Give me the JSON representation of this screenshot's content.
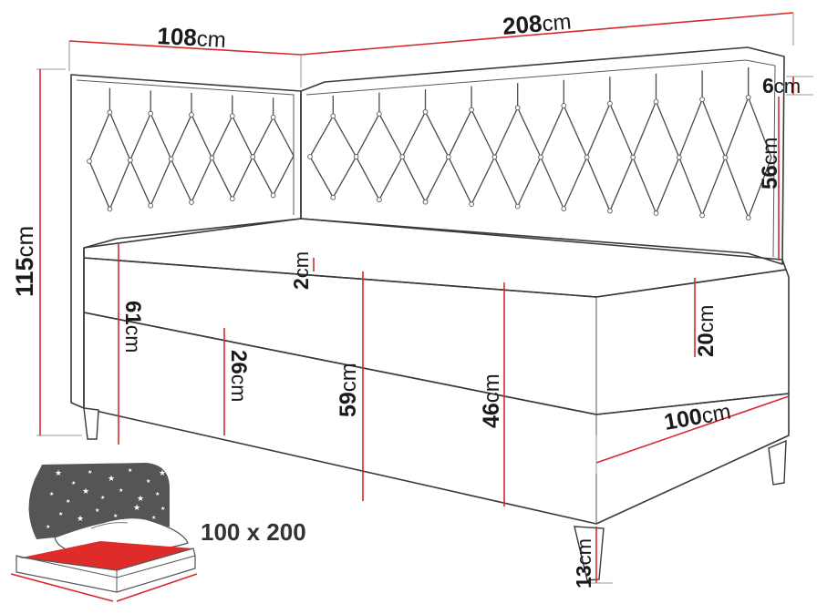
{
  "dimensions": {
    "headboard_side_width": {
      "value": "108",
      "unit": "cm"
    },
    "headboard_back_width": {
      "value": "208",
      "unit": "cm"
    },
    "headboard_top_thickness": {
      "value": "6",
      "unit": "cm"
    },
    "headboard_height_above_mattress": {
      "value": "56",
      "unit": "cm"
    },
    "total_height": {
      "value": "115",
      "unit": "cm"
    },
    "topper_thickness": {
      "value": "2",
      "unit": "cm"
    },
    "mattress_thickness": {
      "value": "20",
      "unit": "cm"
    },
    "headboard_side_height": {
      "value": "61",
      "unit": "cm"
    },
    "base_height": {
      "value": "26",
      "unit": "cm"
    },
    "sleeping_height": {
      "value": "59",
      "unit": "cm"
    },
    "bed_height": {
      "value": "46",
      "unit": "cm"
    },
    "bed_width": {
      "value": "100",
      "unit": "cm"
    },
    "leg_height": {
      "value": "13",
      "unit": "cm"
    }
  },
  "mattress_size": "100 x 200",
  "colors": {
    "dimension_line": "#d52a2a",
    "outline": "#3a3a3a",
    "storage_fill": "#e02b2b",
    "starry_panel": "#555555"
  }
}
